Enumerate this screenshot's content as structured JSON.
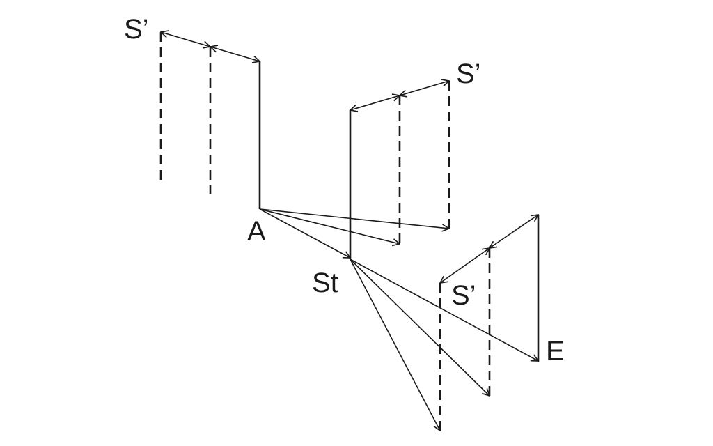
{
  "labels": {
    "s_prime_top_left": "S’",
    "s_prime_top_right": "S’",
    "s_prime_lower": "S’",
    "a": "A",
    "st": "St",
    "e": "E"
  },
  "colors": {
    "stroke": "#1a1a1a",
    "background": "#ffffff"
  }
}
